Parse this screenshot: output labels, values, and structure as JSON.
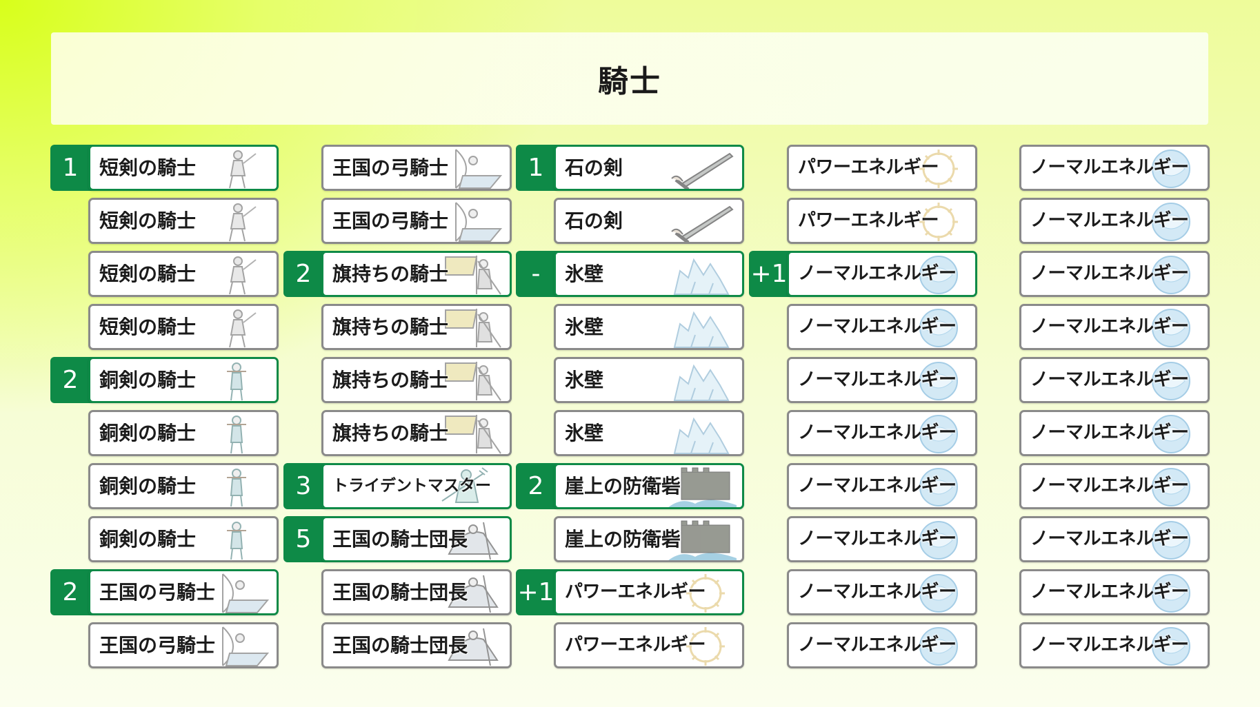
{
  "title": "騎士",
  "colors": {
    "accent": "#0e8a47",
    "card_border": "#8a8a8a"
  },
  "columns": [
    {
      "badges": [
        {
          "row": 0,
          "text": "1"
        },
        {
          "row": 4,
          "text": "2"
        },
        {
          "row": 8,
          "text": "2"
        }
      ],
      "cards": [
        {
          "name": "短剣の騎士",
          "art": "swordsman-icon"
        },
        {
          "name": "短剣の騎士",
          "art": "swordsman-icon"
        },
        {
          "name": "短剣の騎士",
          "art": "swordsman-icon"
        },
        {
          "name": "短剣の騎士",
          "art": "swordsman-icon"
        },
        {
          "name": "銅剣の騎士",
          "art": "bronze-knight-icon"
        },
        {
          "name": "銅剣の騎士",
          "art": "bronze-knight-icon"
        },
        {
          "name": "銅剣の騎士",
          "art": "bronze-knight-icon"
        },
        {
          "name": "銅剣の騎士",
          "art": "bronze-knight-icon"
        },
        {
          "name": "王国の弓騎士",
          "art": "archer-icon"
        },
        {
          "name": "王国の弓騎士",
          "art": "archer-icon"
        }
      ]
    },
    {
      "badges": [
        {
          "row": 2,
          "text": "2"
        },
        {
          "row": 6,
          "text": "3"
        },
        {
          "row": 7,
          "text": "5"
        }
      ],
      "cards": [
        {
          "name": "王国の弓騎士",
          "art": "archer-icon"
        },
        {
          "name": "王国の弓騎士",
          "art": "archer-icon"
        },
        {
          "name": "旗持ちの騎士",
          "art": "flag-knight-icon"
        },
        {
          "name": "旗持ちの騎士",
          "art": "flag-knight-icon"
        },
        {
          "name": "旗持ちの騎士",
          "art": "flag-knight-icon"
        },
        {
          "name": "旗持ちの騎士",
          "art": "flag-knight-icon"
        },
        {
          "name": "トライデントマスター",
          "art": "trident-icon",
          "small": true
        },
        {
          "name": "王国の騎士団長",
          "art": "commander-icon"
        },
        {
          "name": "王国の騎士団長",
          "art": "commander-icon"
        },
        {
          "name": "王国の騎士団長",
          "art": "commander-icon"
        }
      ]
    },
    {
      "badges": [
        {
          "row": 0,
          "text": "1"
        },
        {
          "row": 2,
          "text": "-"
        },
        {
          "row": 6,
          "text": "2"
        },
        {
          "row": 8,
          "text": "+1"
        }
      ],
      "cards": [
        {
          "name": "石の剣",
          "art": "stone-sword-icon"
        },
        {
          "name": "石の剣",
          "art": "stone-sword-icon"
        },
        {
          "name": "氷壁",
          "art": "ice-wall-icon"
        },
        {
          "name": "氷壁",
          "art": "ice-wall-icon"
        },
        {
          "name": "氷壁",
          "art": "ice-wall-icon"
        },
        {
          "name": "氷壁",
          "art": "ice-wall-icon"
        },
        {
          "name": "崖上の防衛砦",
          "art": "fortress-icon"
        },
        {
          "name": "崖上の防衛砦",
          "art": "fortress-icon"
        },
        {
          "name": "パワーエネルギー",
          "art": "power-energy-icon",
          "med": true
        },
        {
          "name": "パワーエネルギー",
          "art": "power-energy-icon",
          "med": true
        }
      ]
    },
    {
      "badges": [
        {
          "row": 2,
          "text": "+1"
        }
      ],
      "cards": [
        {
          "name": "パワーエネルギー",
          "art": "power-energy-icon",
          "med": true
        },
        {
          "name": "パワーエネルギー",
          "art": "power-energy-icon",
          "med": true
        },
        {
          "name": "ノーマルエネルギー",
          "art": "normal-energy-icon",
          "med": true
        },
        {
          "name": "ノーマルエネルギー",
          "art": "normal-energy-icon",
          "med": true
        },
        {
          "name": "ノーマルエネルギー",
          "art": "normal-energy-icon",
          "med": true
        },
        {
          "name": "ノーマルエネルギー",
          "art": "normal-energy-icon",
          "med": true
        },
        {
          "name": "ノーマルエネルギー",
          "art": "normal-energy-icon",
          "med": true
        },
        {
          "name": "ノーマルエネルギー",
          "art": "normal-energy-icon",
          "med": true
        },
        {
          "name": "ノーマルエネルギー",
          "art": "normal-energy-icon",
          "med": true
        },
        {
          "name": "ノーマルエネルギー",
          "art": "normal-energy-icon",
          "med": true
        }
      ]
    },
    {
      "badges": [],
      "cards": [
        {
          "name": "ノーマルエネルギー",
          "art": "normal-energy-icon",
          "med": true
        },
        {
          "name": "ノーマルエネルギー",
          "art": "normal-energy-icon",
          "med": true
        },
        {
          "name": "ノーマルエネルギー",
          "art": "normal-energy-icon",
          "med": true
        },
        {
          "name": "ノーマルエネルギー",
          "art": "normal-energy-icon",
          "med": true
        },
        {
          "name": "ノーマルエネルギー",
          "art": "normal-energy-icon",
          "med": true
        },
        {
          "name": "ノーマルエネルギー",
          "art": "normal-energy-icon",
          "med": true
        },
        {
          "name": "ノーマルエネルギー",
          "art": "normal-energy-icon",
          "med": true
        },
        {
          "name": "ノーマルエネルギー",
          "art": "normal-energy-icon",
          "med": true
        },
        {
          "name": "ノーマルエネルギー",
          "art": "normal-energy-icon",
          "med": true
        },
        {
          "name": "ノーマルエネルギー",
          "art": "normal-energy-icon",
          "med": true
        }
      ]
    }
  ]
}
